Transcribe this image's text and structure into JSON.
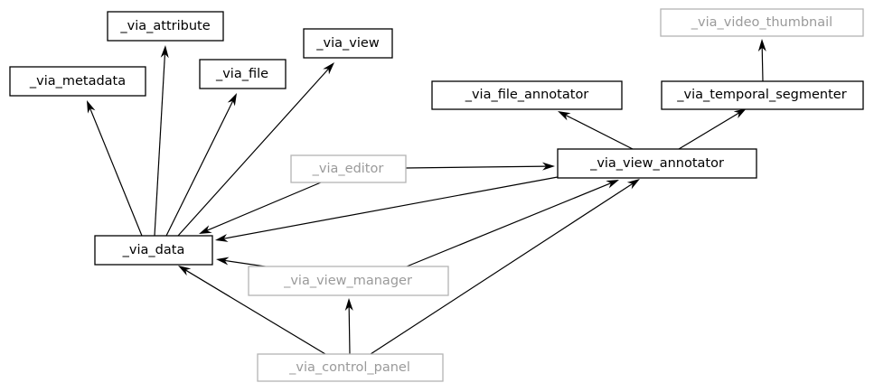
{
  "nodes": {
    "via_attribute": {
      "label": "_via_attribute",
      "status": "active"
    },
    "via_view": {
      "label": "_via_view",
      "status": "active"
    },
    "via_metadata": {
      "label": "_via_metadata",
      "status": "active"
    },
    "via_file": {
      "label": "_via_file",
      "status": "active"
    },
    "via_video_thumbnail": {
      "label": "_via_video_thumbnail",
      "status": "inactive"
    },
    "via_file_annotator": {
      "label": "_via_file_annotator",
      "status": "active"
    },
    "via_temporal_segmenter": {
      "label": "_via_temporal_segmenter",
      "status": "active"
    },
    "via_editor": {
      "label": "_via_editor",
      "status": "inactive"
    },
    "via_view_annotator": {
      "label": "_via_view_annotator",
      "status": "active"
    },
    "via_data": {
      "label": "_via_data",
      "status": "active"
    },
    "via_view_manager": {
      "label": "_via_view_manager",
      "status": "inactive"
    },
    "via_control_panel": {
      "label": "_via_control_panel",
      "status": "inactive"
    }
  },
  "edges": [
    {
      "from": "via_data",
      "to": "via_metadata"
    },
    {
      "from": "via_data",
      "to": "via_attribute"
    },
    {
      "from": "via_data",
      "to": "via_file"
    },
    {
      "from": "via_data",
      "to": "via_view"
    },
    {
      "from": "via_editor",
      "to": "via_data"
    },
    {
      "from": "via_editor",
      "to": "via_view_annotator"
    },
    {
      "from": "via_view_annotator",
      "to": "via_data"
    },
    {
      "from": "via_view_annotator",
      "to": "via_file_annotator"
    },
    {
      "from": "via_view_annotator",
      "to": "via_temporal_segmenter"
    },
    {
      "from": "via_temporal_segmenter",
      "to": "via_video_thumbnail"
    },
    {
      "from": "via_view_manager",
      "to": "via_data"
    },
    {
      "from": "via_view_manager",
      "to": "via_view_annotator"
    },
    {
      "from": "via_control_panel",
      "to": "via_data"
    },
    {
      "from": "via_control_panel",
      "to": "via_view_manager"
    },
    {
      "from": "via_control_panel",
      "to": "via_view_annotator"
    }
  ],
  "colors": {
    "active_border": "#000000",
    "active_text": "#000000",
    "inactive_border": "#b4b4b4",
    "inactive_text": "#9a9a9a",
    "arrow": "#000000"
  }
}
